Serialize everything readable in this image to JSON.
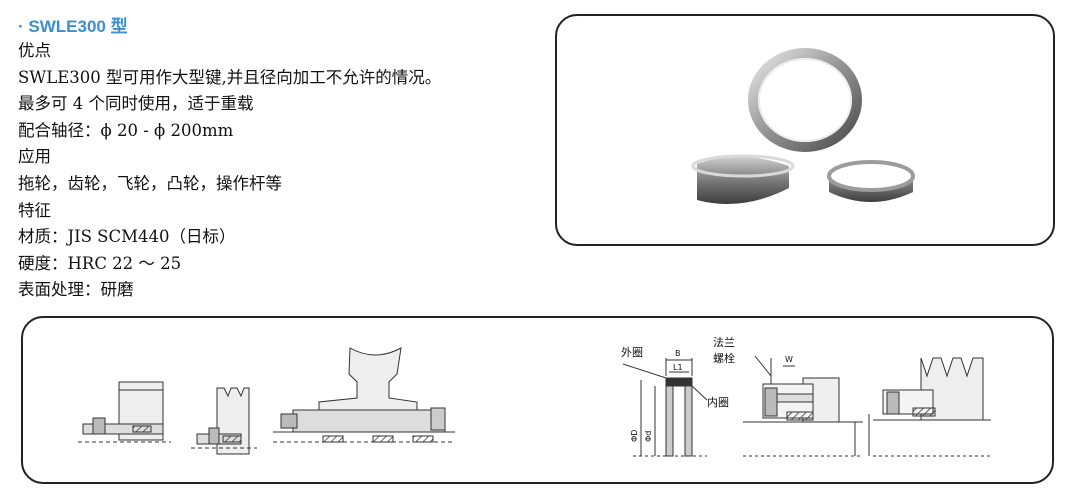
{
  "title": "· SWLE300 型",
  "specs": {
    "advantages_heading": "优点",
    "advantage_line1": "SWLE300 型可用作大型键,并且径向加工不允许的情况。",
    "advantage_line2": "最多可 4 个同时使用，适于重载",
    "shaft_diameter": "配合轴径：ϕ 20 - ϕ 200mm",
    "application_heading": "应用",
    "application_list": "拖轮，齿轮，飞轮，凸轮，操作杆等",
    "features_heading": "特征",
    "material": "材质：JIS SCM440（日标）",
    "hardness": "硬度：HRC 22 ～ 25",
    "surface": "表面处理：研磨"
  },
  "diagram_labels": {
    "outer_ring": "外圈",
    "inner_ring": "内圈",
    "flange": "法兰",
    "bolt": "螺栓",
    "b": "B",
    "l1": "L1",
    "w": "W",
    "od": "ΦD",
    "id": "Φd"
  }
}
